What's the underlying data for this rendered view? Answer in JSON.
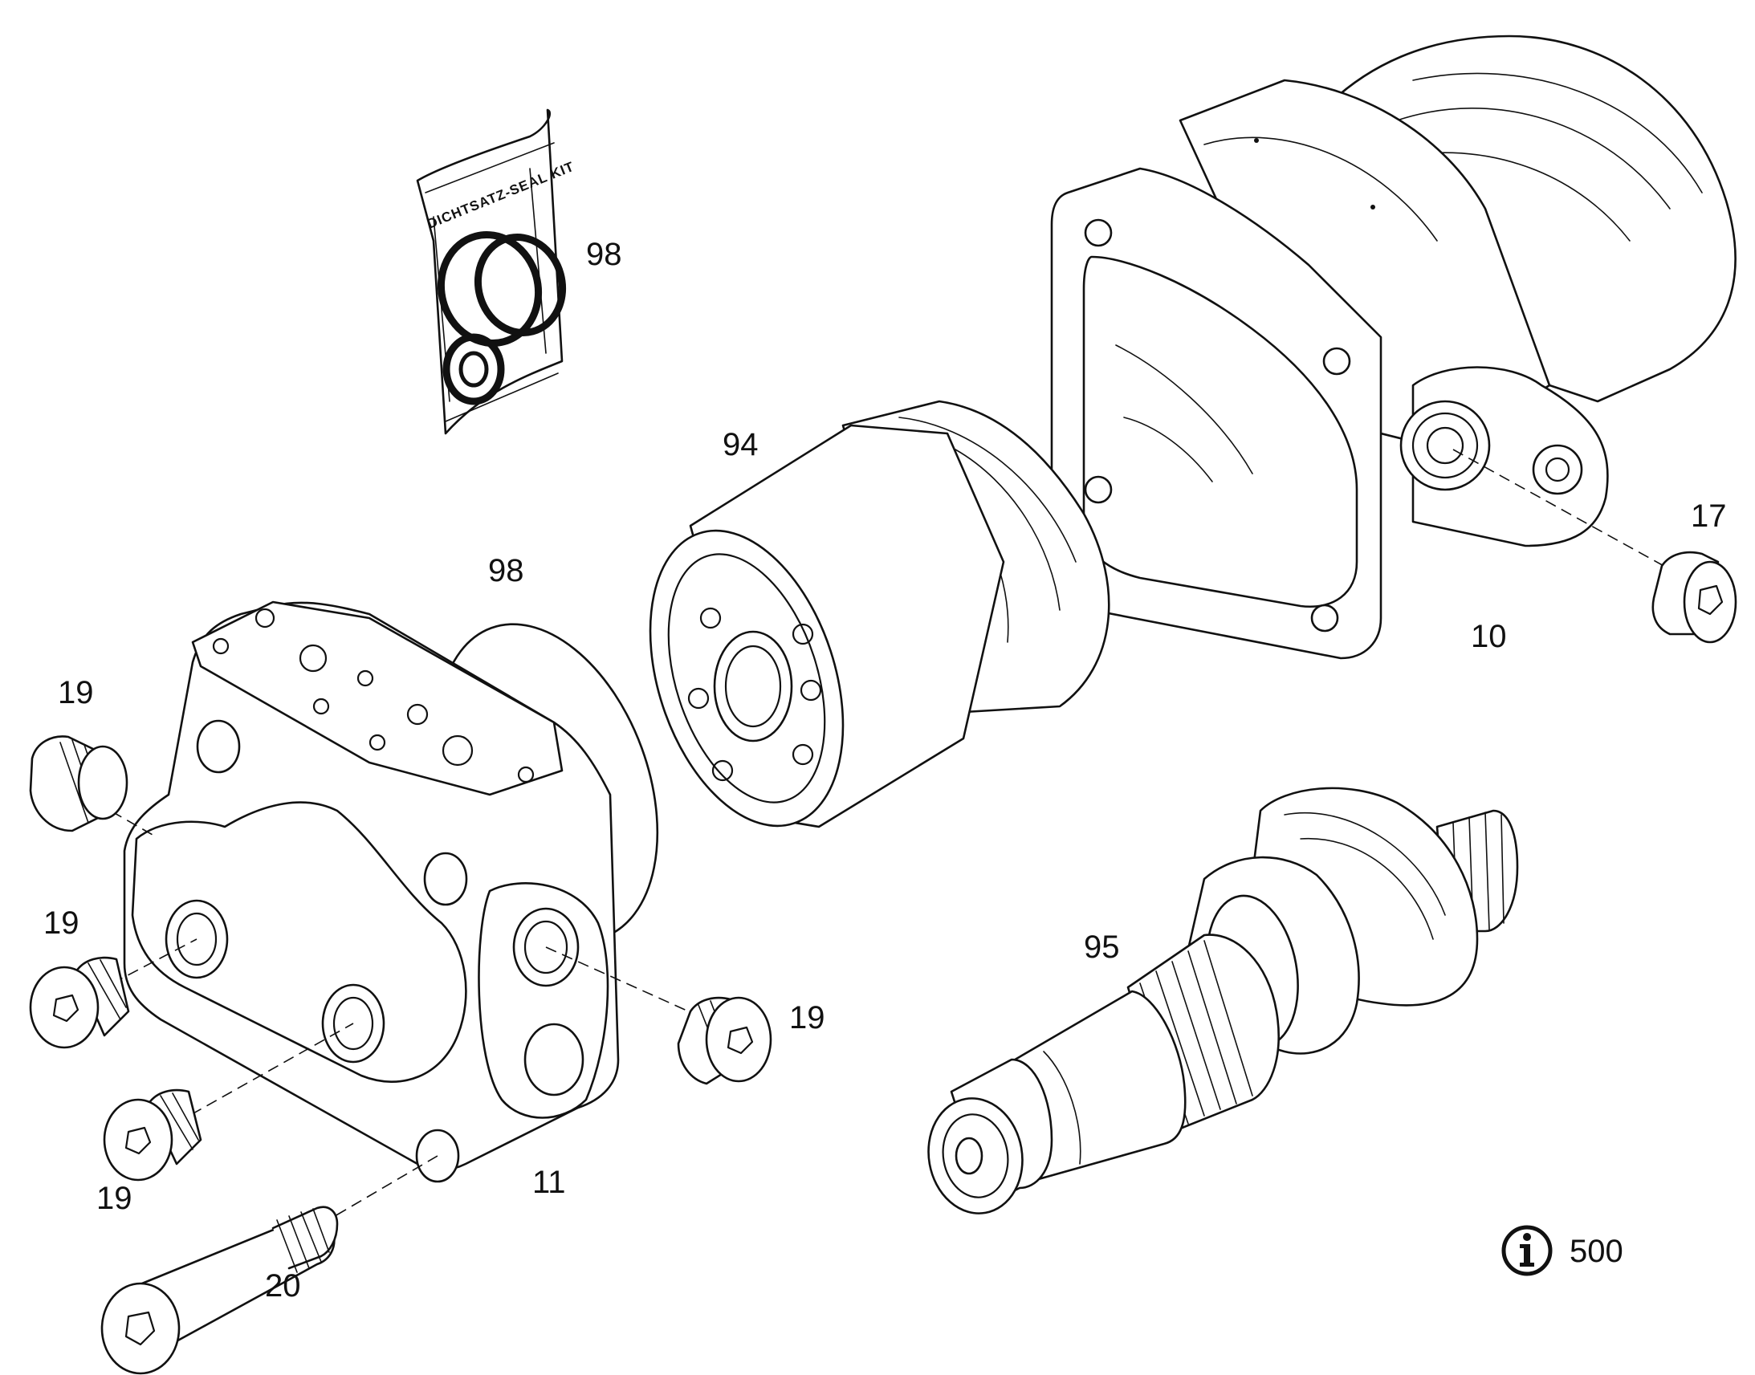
{
  "callouts": {
    "seal_kit_bag": "98",
    "o_ring": "98",
    "rotary_group": "94",
    "housing": "10",
    "port_plug": "17",
    "plug_top_left": "19",
    "plug_mid_left": "19",
    "plug_bottom_left": "19",
    "plug_right": "19",
    "port_plate": "11",
    "bolt": "20",
    "drive_shaft": "95"
  },
  "seal_kit_text": "DICHTSATZ-SEAL KIT",
  "info": {
    "icon": "info-icon",
    "value": "500"
  }
}
